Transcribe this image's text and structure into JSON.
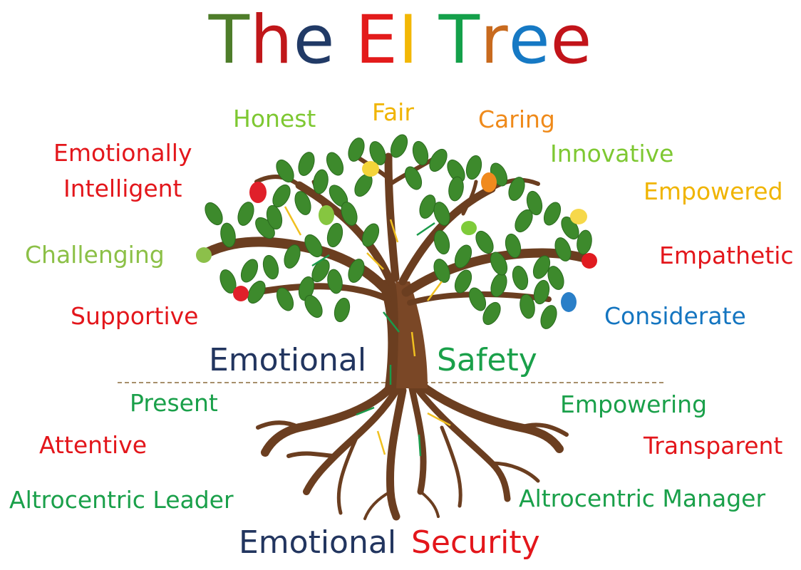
{
  "title": {
    "letters": [
      {
        "ch": "T",
        "color": "#4e7d2a"
      },
      {
        "ch": "h",
        "color": "#c0171a"
      },
      {
        "ch": "e",
        "color": "#213a66"
      },
      {
        "ch": " ",
        "color": "#ffffff"
      },
      {
        "ch": "E",
        "color": "#e31b1b"
      },
      {
        "ch": "I",
        "color": "#f2b705"
      },
      {
        "ch": " ",
        "color": "#ffffff"
      },
      {
        "ch": "T",
        "color": "#14a04a"
      },
      {
        "ch": "r",
        "color": "#c86a1e"
      },
      {
        "ch": "e",
        "color": "#1679c4"
      },
      {
        "ch": "e",
        "color": "#c2141a"
      }
    ]
  },
  "crown_words": {
    "honest": "Honest",
    "fair": "Fair",
    "caring": "Caring",
    "emotionally": "Emotionally",
    "intelligent": "Intelligent",
    "innovative": "Innovative",
    "empowered": "Empowered",
    "challenging": "Challenging",
    "empathetic": "Empathetic",
    "supportive": "Supportive",
    "considerate": "Considerate"
  },
  "middle": {
    "emotional": "Emotional",
    "safety": "Safety"
  },
  "root_words": {
    "present": "Present",
    "empowering": "Empowering",
    "attentive": "Attentive",
    "transparent": "Transparent",
    "leader": "Altrocentric Leader",
    "manager": "Altrocentric Manager"
  },
  "bottom": {
    "emotional": "Emotional",
    "security": "Security"
  },
  "colors": {
    "lime": "#7ec832",
    "yellow": "#f0b400",
    "orange": "#ef8a1a",
    "red": "#e3161b",
    "sage": "#8cc047",
    "blue": "#1475c0",
    "navy": "#22355f",
    "green": "#1aa04a",
    "trunk": "#6b3e20",
    "leaf": "#3d8a2c"
  }
}
